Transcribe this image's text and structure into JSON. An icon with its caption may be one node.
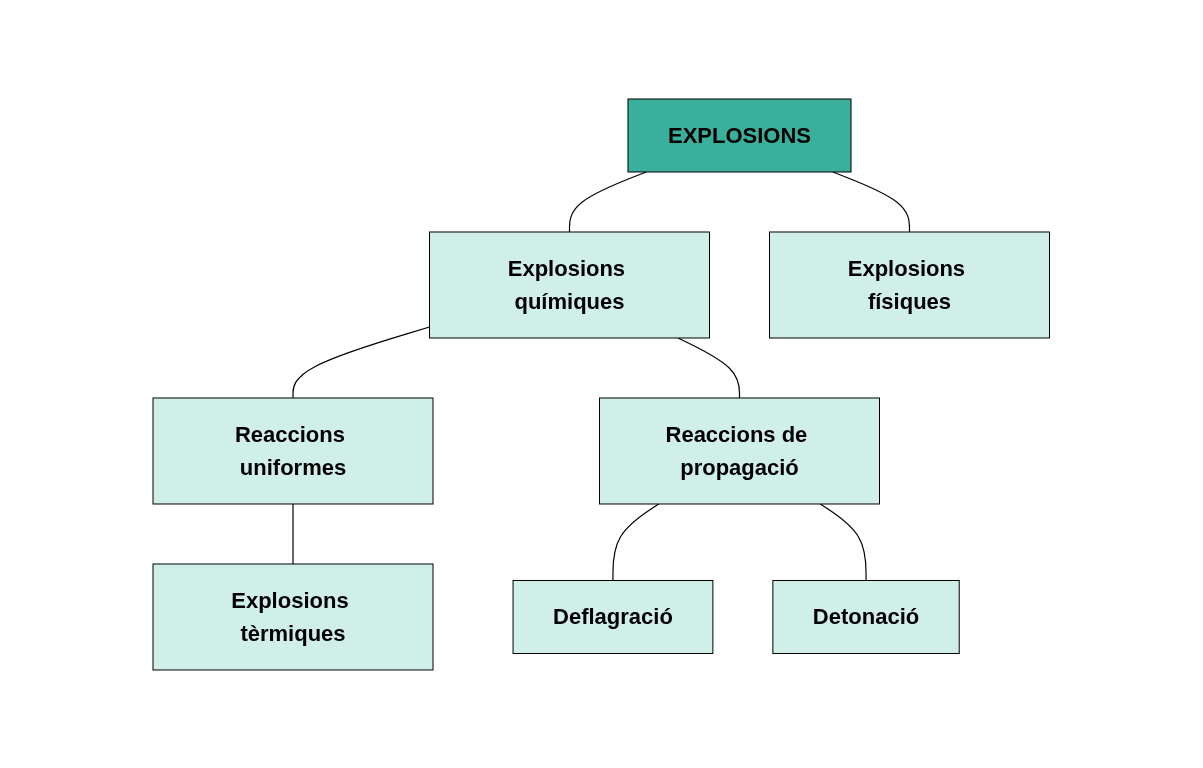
{
  "diagram": {
    "nodes": [
      {
        "text": [
          "EXPLOSIONS"
        ]
      },
      {
        "text": [
          "Explosions químiques"
        ]
      },
      {
        "text": [
          "Explosions físiques"
        ]
      },
      {
        "text": [
          "Reaccions uniformes"
        ]
      },
      {
        "text": [
          "Reaccions de propagació"
        ]
      },
      {
        "text": [
          "Explosions tèrmiques"
        ]
      },
      {
        "text": [
          "Deflagració"
        ]
      },
      {
        "text": [
          "Detonació"
        ]
      }
    ],
    "edges": [
      {
        "from": 0,
        "to": 1,
        "arrow": "none"
      },
      {
        "from": 0,
        "to": 2,
        "arrow": "none"
      },
      {
        "from": 1,
        "to": 3,
        "arrow": "none"
      },
      {
        "from": 1,
        "to": 4,
        "arrow": "none"
      },
      {
        "from": 3,
        "to": 5,
        "arrow": "none"
      },
      {
        "from": 4,
        "to": 6,
        "arrow": "none"
      },
      {
        "from": 4,
        "to": 7,
        "arrow": "none"
      }
    ]
  }
}
